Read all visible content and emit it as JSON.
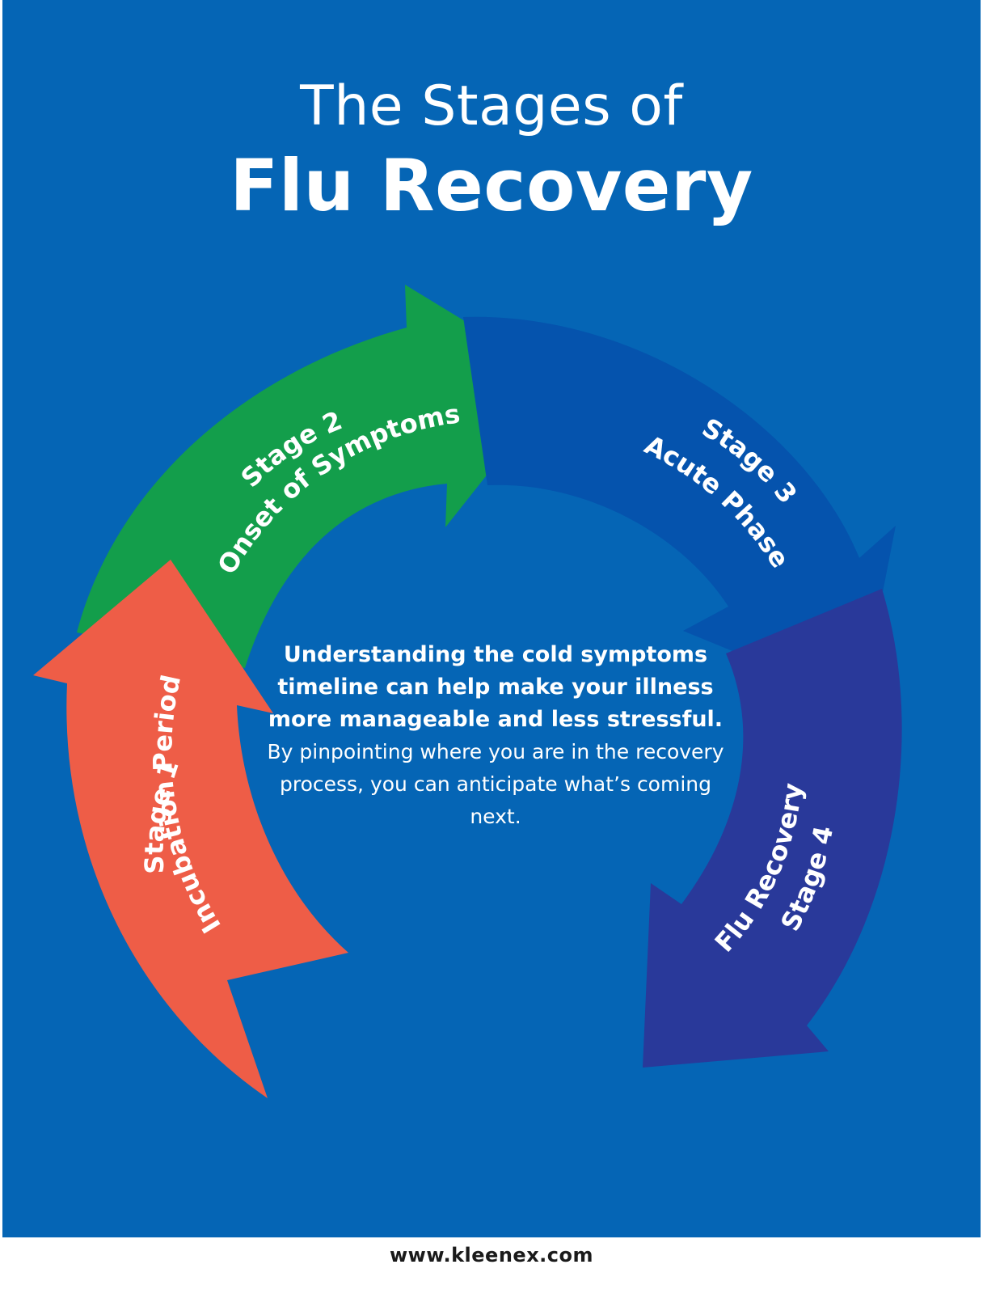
{
  "title": {
    "line1": "The Stages of",
    "line2": "Flu Recovery"
  },
  "stages": [
    {
      "number_label": "Stage 1",
      "name": "Incubation Period",
      "color": "#ee5d47"
    },
    {
      "number_label": "Stage 2",
      "name": "Onset of Symptoms",
      "color": "#139e4b"
    },
    {
      "number_label": "Stage 3",
      "name": "Acute Phase",
      "color": "#0553ad"
    },
    {
      "number_label": "Stage 4",
      "name": "Flu Recovery",
      "color": "#29399a"
    }
  ],
  "center": {
    "lead": "Understanding the cold symptoms timeline can help make your illness more manageable and less stressful.",
    "body": "By pinpointing where you are in the recovery process, you can anticipate what’s coming next."
  },
  "footer": {
    "url": "www.kleenex.com"
  },
  "colors": {
    "background": "#0565b5",
    "text": "#ffffff",
    "footer_text": "#1a1a1a"
  }
}
